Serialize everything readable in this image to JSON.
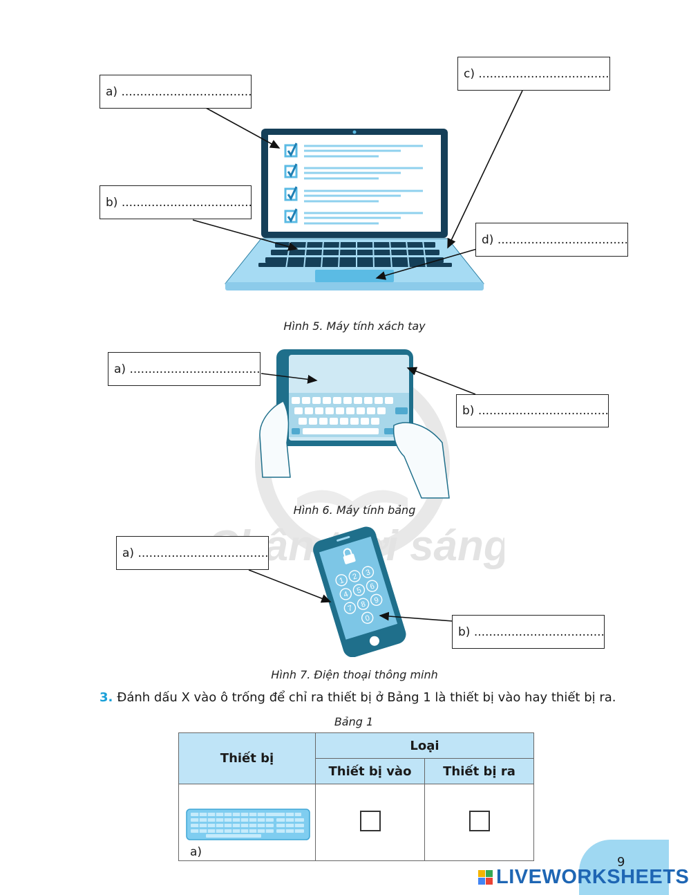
{
  "figure5": {
    "caption": "Hình 5. Máy tính xách tay",
    "labels": [
      "a) ...................................",
      "b) ...................................",
      "c) ...................................",
      "d) ..................................."
    ]
  },
  "figure6": {
    "caption": "Hình 6. Máy tính bảng",
    "labels": [
      "a) ...................................",
      "b) ..................................."
    ]
  },
  "figure7": {
    "caption": "Hình 7. Điện thoại thông minh",
    "labels": [
      "a) ...................................",
      "b) ..................................."
    ],
    "keypad_digits": [
      "1",
      "2",
      "3",
      "4",
      "5",
      "6",
      "7",
      "8",
      "9",
      "0"
    ]
  },
  "watermark": "Chân trời sáng tạo",
  "question3": {
    "number": "3.",
    "text": "Đánh dấu X vào ô trống để chỉ ra thiết bị ở Bảng 1 là thiết bị vào hay thiết bị ra."
  },
  "table1": {
    "caption": "Bảng 1",
    "col_device": "Thiết bị",
    "col_type": "Loại",
    "col_input": "Thiết bị vào",
    "col_output": "Thiết bị ra",
    "rows": [
      {
        "label": "a)",
        "device_icon": "keyboard-icon"
      }
    ]
  },
  "page_number": "9",
  "brand": "LIVEWORKSHEETS",
  "colors": {
    "accent": "#1aa0d8",
    "header_fill": "#bfe4f7",
    "brand": "#1e66b4",
    "device_frame": "#1f6f8b"
  }
}
